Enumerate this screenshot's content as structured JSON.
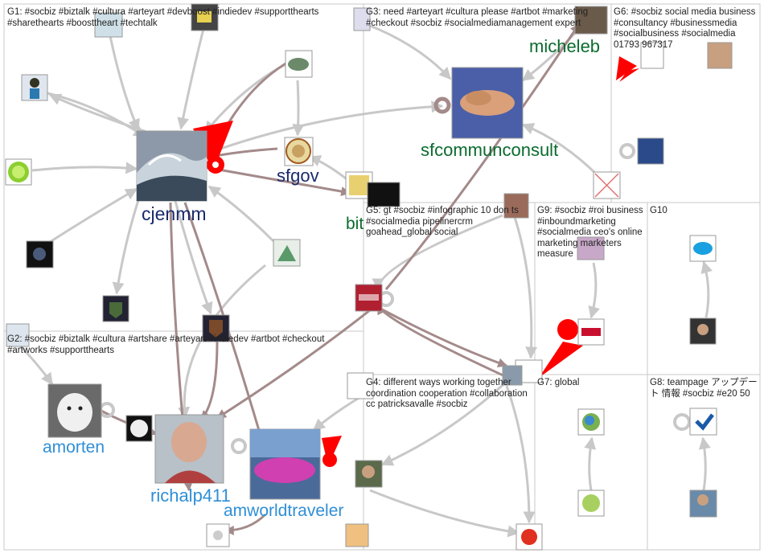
{
  "colors": {
    "node_label_navy": "#1a2a6c",
    "node_label_green": "#0b6b2e",
    "node_label_blue": "#2f8fd6",
    "edge_gray": "#c8c8c8",
    "edge_brown": "#a48a8a",
    "self_loop_red": "#ff0000",
    "group_border": "#c8c8c8"
  },
  "groups": [
    {
      "id": "G1",
      "text": "G1: #socbiz #biztalk #cultura #arteyart #devboost #indiedev #supportthearts #sharethearts #boosttheart #techtalk"
    },
    {
      "id": "G2",
      "text": "G2: #socbiz #biztalk #cultura #artshare #arteyart #indiedev #artbot #checkout #artworks #supportthearts"
    },
    {
      "id": "G3",
      "text": "G3: need #arteyart #cultura please #artbot #marketing #checkout #socbiz #socialmediamanagement expert"
    },
    {
      "id": "G4",
      "text": "G4: different ways working together coordination cooperation #collaboration cc patricksavalle #socbiz"
    },
    {
      "id": "G5",
      "text": "G5: gt #socbiz #infographic 10 don ts #socialmedia pipelinercrm goahead_global social"
    },
    {
      "id": "G6",
      "text": "G6: #socbiz social media business #consultancy #businessmedia #socialbusiness #socialmedia 01793 967317"
    },
    {
      "id": "G7",
      "text": "G7: global"
    },
    {
      "id": "G8",
      "text": "G8: teampage アップデート 情報 #socbiz #e20 50"
    },
    {
      "id": "G9",
      "text": "G9: #socbiz #roi business #inboundmarketing #socialmedia ceo's online marketing marketers measure"
    },
    {
      "id": "G10",
      "text": "G10"
    }
  ],
  "node_labels": {
    "cjenmm": "cjenmm",
    "sfgov": "sfgov",
    "sfcommunconsult": "sfcommunconsult",
    "micheleb": "micheleb",
    "bitrix": "bit",
    "amorten": "amorten",
    "richalp411": "richalp411",
    "amworldtraveler": "amworldtraveler"
  },
  "node_icons": {
    "cjenmm": "ocean-wave-photo",
    "sfcommunconsult": "handshake-photo",
    "sfgov": "city-seal",
    "amorten": "white-dog-photo",
    "richalp411": "man-portrait",
    "amworldtraveler": "pink-car-photo",
    "g5_hub": "goahead-logo",
    "g7_hub": "rebel-alliance-icon",
    "g8_hub": "checkmark-logo"
  }
}
